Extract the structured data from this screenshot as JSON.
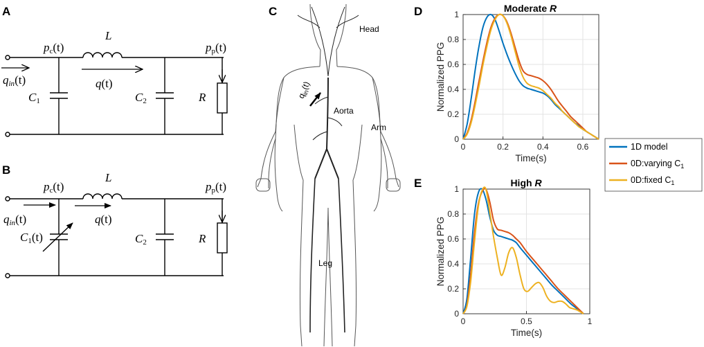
{
  "panels": {
    "A": {
      "letter": "A",
      "pc": "p",
      "pc_sub": "c",
      "pc_arg": "(t)",
      "L": "L",
      "pp": "p",
      "pp_sub": "p",
      "pp_arg": "(t)",
      "qin": "q",
      "qin_sub": "in",
      "qin_arg": "(t)",
      "q": "q",
      "q_arg": "(t)",
      "C1": "C",
      "C1_sub": "1",
      "C2": "C",
      "C2_sub": "2",
      "R": "R"
    },
    "B": {
      "letter": "B",
      "pc": "p",
      "pc_sub": "c",
      "pc_arg": "(t)",
      "L": "L",
      "pp": "p",
      "pp_sub": "p",
      "pp_arg": "(t)",
      "qin": "q",
      "qin_sub": "in",
      "qin_arg": "(t)",
      "q": "q",
      "q_arg": "(t)",
      "C1": "C",
      "C1_sub": "1",
      "C1_arg": "(t)",
      "C2": "C",
      "C2_sub": "2",
      "R": "R"
    },
    "C": {
      "letter": "C",
      "labels": {
        "head": "Head",
        "aorta": "Aorta",
        "arm": "Arm",
        "leg": "Leg",
        "qin": "q",
        "qin_sub": "in",
        "qin_arg": "(t)"
      }
    },
    "D": {
      "letter": "D",
      "title": "Moderate ",
      "title_it": "R"
    },
    "E": {
      "letter": "E",
      "title": "High ",
      "title_it": "R"
    }
  },
  "legend": {
    "items": [
      {
        "label": "1D model",
        "sub": "",
        "color": "#0072BD"
      },
      {
        "label": "0D:varying C",
        "sub": "1",
        "color": "#D95319"
      },
      {
        "label": "0D:fixed C",
        "sub": "1",
        "color": "#EDB120"
      }
    ]
  },
  "chart_data": [
    {
      "type": "line",
      "title": "Moderate R",
      "xlabel": "Time(s)",
      "ylabel": "Normalized PPG",
      "xlim": [
        0,
        0.68
      ],
      "ylim": [
        0,
        1
      ],
      "xticks": [
        0,
        0.2,
        0.4,
        0.6
      ],
      "xtick_labels": [
        "0",
        "0.2",
        "0.4",
        "0.6"
      ],
      "yticks": [
        0,
        0.2,
        0.4,
        0.6,
        0.8,
        1
      ],
      "ytick_labels": [
        "0",
        "0.2",
        "0.4",
        "0.6",
        "0.8",
        "1"
      ],
      "grid": true,
      "series": [
        {
          "name": "1D model",
          "color": "#0072BD",
          "x": [
            0,
            0.02,
            0.04,
            0.06,
            0.08,
            0.1,
            0.12,
            0.14,
            0.16,
            0.18,
            0.2,
            0.22,
            0.24,
            0.26,
            0.28,
            0.3,
            0.32,
            0.34,
            0.36,
            0.38,
            0.4,
            0.42,
            0.44,
            0.46,
            0.48,
            0.5,
            0.52,
            0.54,
            0.56,
            0.58,
            0.6,
            0.62,
            0.64,
            0.66,
            0.68
          ],
          "y": [
            0,
            0.12,
            0.32,
            0.55,
            0.75,
            0.9,
            0.98,
            1.0,
            0.96,
            0.87,
            0.77,
            0.68,
            0.6,
            0.53,
            0.47,
            0.43,
            0.41,
            0.4,
            0.39,
            0.38,
            0.37,
            0.35,
            0.32,
            0.28,
            0.25,
            0.22,
            0.19,
            0.16,
            0.13,
            0.11,
            0.08,
            0.06,
            0.04,
            0.02,
            0
          ]
        },
        {
          "name": "0D:varying C1",
          "color": "#D95319",
          "x": [
            0,
            0.02,
            0.04,
            0.06,
            0.08,
            0.1,
            0.12,
            0.14,
            0.16,
            0.18,
            0.2,
            0.22,
            0.24,
            0.26,
            0.28,
            0.3,
            0.32,
            0.34,
            0.36,
            0.38,
            0.4,
            0.42,
            0.44,
            0.46,
            0.48,
            0.5,
            0.52,
            0.54,
            0.56,
            0.58,
            0.6,
            0.62,
            0.64,
            0.66,
            0.68
          ],
          "y": [
            0,
            0.05,
            0.15,
            0.3,
            0.47,
            0.63,
            0.78,
            0.9,
            0.97,
            1.0,
            0.99,
            0.94,
            0.85,
            0.74,
            0.63,
            0.55,
            0.52,
            0.51,
            0.5,
            0.49,
            0.47,
            0.44,
            0.4,
            0.35,
            0.3,
            0.26,
            0.22,
            0.18,
            0.15,
            0.12,
            0.09,
            0.06,
            0.04,
            0.02,
            0
          ]
        },
        {
          "name": "0D:fixed C1",
          "color": "#EDB120",
          "x": [
            0,
            0.02,
            0.04,
            0.06,
            0.08,
            0.1,
            0.12,
            0.14,
            0.16,
            0.18,
            0.2,
            0.22,
            0.24,
            0.26,
            0.28,
            0.3,
            0.32,
            0.34,
            0.36,
            0.38,
            0.4,
            0.42,
            0.44,
            0.46,
            0.48,
            0.5,
            0.52,
            0.54,
            0.56,
            0.58,
            0.6,
            0.62,
            0.64,
            0.66,
            0.68
          ],
          "y": [
            0,
            0.04,
            0.13,
            0.27,
            0.43,
            0.6,
            0.75,
            0.88,
            0.96,
            1.0,
            0.99,
            0.93,
            0.83,
            0.71,
            0.59,
            0.5,
            0.45,
            0.43,
            0.42,
            0.41,
            0.39,
            0.36,
            0.33,
            0.29,
            0.26,
            0.22,
            0.19,
            0.16,
            0.13,
            0.1,
            0.08,
            0.06,
            0.04,
            0.02,
            0
          ]
        }
      ]
    },
    {
      "type": "line",
      "title": "High R",
      "xlabel": "Time(s)",
      "ylabel": "Normalized PPG",
      "xlim": [
        0,
        1
      ],
      "ylim": [
        0,
        1
      ],
      "xticks": [
        0,
        0.5,
        1
      ],
      "xtick_labels": [
        "0",
        "0.5",
        "1"
      ],
      "yticks": [
        0,
        0.2,
        0.4,
        0.6,
        0.8,
        1
      ],
      "ytick_labels": [
        "0",
        "0.2",
        "0.4",
        "0.6",
        "0.8",
        "1"
      ],
      "grid": true,
      "series": [
        {
          "name": "1D model",
          "color": "#0072BD",
          "x": [
            0,
            0.03,
            0.06,
            0.09,
            0.12,
            0.15,
            0.18,
            0.21,
            0.24,
            0.27,
            0.3,
            0.33,
            0.36,
            0.39,
            0.42,
            0.45,
            0.5,
            0.55,
            0.6,
            0.65,
            0.7,
            0.75,
            0.8,
            0.85,
            0.9,
            0.95
          ],
          "y": [
            0,
            0.12,
            0.45,
            0.8,
            0.97,
            1.0,
            0.92,
            0.78,
            0.67,
            0.63,
            0.62,
            0.61,
            0.6,
            0.59,
            0.57,
            0.53,
            0.47,
            0.41,
            0.35,
            0.29,
            0.23,
            0.18,
            0.13,
            0.08,
            0.04,
            0
          ]
        },
        {
          "name": "0D:varying C1",
          "color": "#D95319",
          "x": [
            0,
            0.03,
            0.06,
            0.09,
            0.12,
            0.15,
            0.18,
            0.21,
            0.24,
            0.27,
            0.3,
            0.33,
            0.36,
            0.39,
            0.42,
            0.45,
            0.5,
            0.55,
            0.6,
            0.65,
            0.7,
            0.75,
            0.8,
            0.85,
            0.9,
            0.95
          ],
          "y": [
            0,
            0.07,
            0.32,
            0.65,
            0.88,
            0.98,
            1.0,
            0.9,
            0.75,
            0.68,
            0.67,
            0.66,
            0.65,
            0.63,
            0.6,
            0.57,
            0.5,
            0.44,
            0.38,
            0.32,
            0.26,
            0.2,
            0.15,
            0.1,
            0.05,
            0
          ]
        },
        {
          "name": "0D:fixed C1",
          "color": "#EDB120",
          "x": [
            0,
            0.03,
            0.06,
            0.09,
            0.12,
            0.15,
            0.18,
            0.21,
            0.24,
            0.27,
            0.3,
            0.33,
            0.36,
            0.39,
            0.42,
            0.45,
            0.48,
            0.51,
            0.54,
            0.57,
            0.6,
            0.63,
            0.66,
            0.69,
            0.72,
            0.75,
            0.78,
            0.81,
            0.84,
            0.87,
            0.9,
            0.95
          ],
          "y": [
            0,
            0.06,
            0.26,
            0.58,
            0.86,
            0.99,
            1.0,
            0.82,
            0.62,
            0.45,
            0.31,
            0.37,
            0.49,
            0.53,
            0.45,
            0.31,
            0.2,
            0.18,
            0.21,
            0.24,
            0.25,
            0.21,
            0.14,
            0.1,
            0.09,
            0.1,
            0.1,
            0.08,
            0.05,
            0.04,
            0.03,
            0
          ]
        }
      ]
    }
  ]
}
